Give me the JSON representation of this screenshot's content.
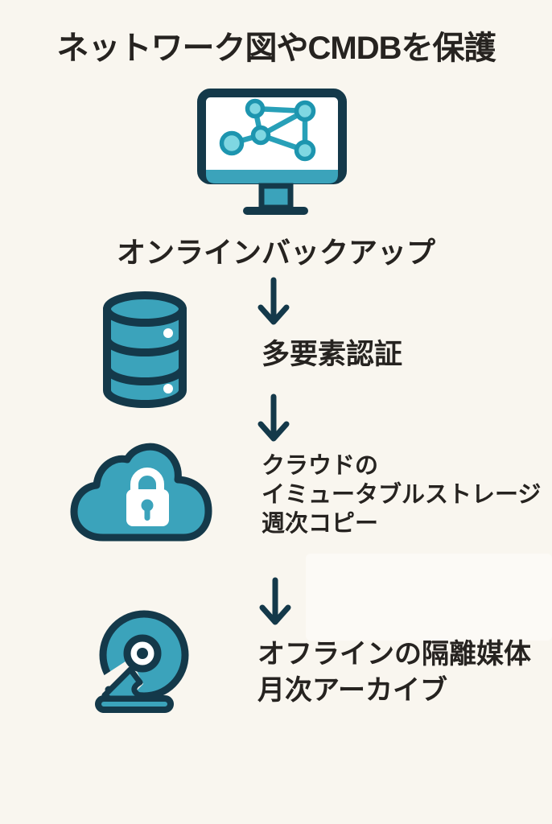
{
  "diagram": {
    "title": "ネットワーク図やCMDBを保護",
    "source_label": "オンラインバックアップ",
    "steps": [
      {
        "name": "multi-factor-auth",
        "lines": [
          "多要素認証"
        ]
      },
      {
        "name": "cloud-immutable-storage",
        "lines": [
          "クラウドの",
          "イミュータブルストレージ",
          "週次コピー"
        ]
      },
      {
        "name": "offline-isolated-archive",
        "lines": [
          "オフラインの隔離媒体",
          "月次アーカイブ"
        ]
      }
    ],
    "icons": {
      "source": "monitor-network-icon",
      "step1": "database-icon",
      "step2": "cloud-lock-icon",
      "step3": "disk-archive-icon",
      "connector": "arrow-down-icon"
    },
    "colors": {
      "background": "#f9f6ef",
      "outline_dark": "#14394a",
      "fill_teal": "#3ba3bb",
      "node_fill": "#7fd7e2",
      "node_stroke": "#1d95af",
      "edge_teal": "#28a0b8",
      "lock_white": "#ffffff",
      "text": "#262320"
    }
  }
}
